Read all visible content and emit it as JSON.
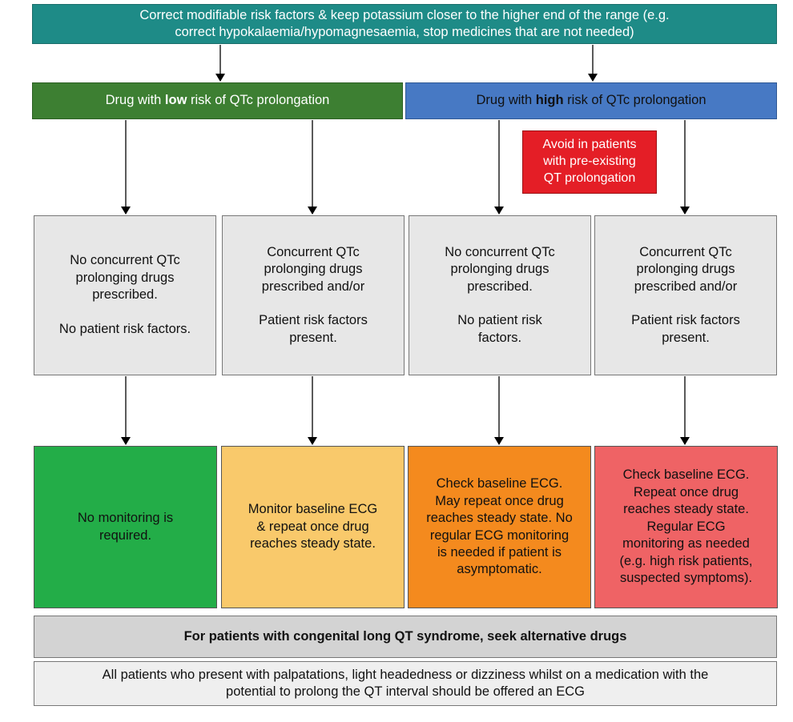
{
  "top_box": {
    "text": "Correct modifiable risk factors & keep potassium closer to the higher end of the range (e.g.\ncorrect hypokalaemia/hypomagnesaemia, stop medicines that are not needed)"
  },
  "low_risk": {
    "prefix": "Drug with ",
    "bold": "low",
    "suffix": " risk of QTc prolongation"
  },
  "high_risk": {
    "prefix": "Drug with ",
    "bold": "high",
    "suffix": " risk of QTc prolongation"
  },
  "avoid_note": {
    "text": "Avoid in patients\nwith pre-existing\nQT prolongation"
  },
  "conditions": [
    {
      "text": "No concurrent QTc\nprolonging drugs\nprescribed.\n\nNo patient risk factors."
    },
    {
      "text": "Concurrent QTc\nprolonging drugs\nprescribed and/or\n\nPatient risk factors\npresent."
    },
    {
      "text": "No concurrent QTc\nprolonging drugs\nprescribed.\n\nNo patient risk\nfactors."
    },
    {
      "text": "Concurrent QTc\nprolonging drugs\nprescribed and/or\n\nPatient risk factors\npresent."
    }
  ],
  "outcomes": [
    {
      "text": "No monitoring is\nrequired.",
      "color": "#23ad48"
    },
    {
      "text": "Monitor baseline ECG\n& repeat once drug\nreaches steady state.",
      "color": "#f9c96b"
    },
    {
      "text": "Check baseline ECG.\nMay repeat once drug\nreaches steady state. No\nregular ECG monitoring\nis needed if patient is\nasymptomatic.",
      "color": "#f48a1e"
    },
    {
      "text": "Check baseline ECG.\nRepeat once drug\nreaches steady state.\nRegular ECG\nmonitoring as needed\n(e.g. high risk patients,\nsuspected symptoms).",
      "color": "#ef6365"
    }
  ],
  "congenital_note": {
    "text": "For patients with congenital long QT syndrome, seek alternative drugs"
  },
  "ecg_note": {
    "text": "All patients who present with palpatations, light headedness or dizziness whilst on a medication with the\npotential to prolong the QT interval should be offered an ECG"
  },
  "colors": {
    "top": "#1e8b87",
    "low": "#3d7f32",
    "high": "#4779c4",
    "avoid": "#e41e26",
    "condition": "#e7e7e7"
  }
}
